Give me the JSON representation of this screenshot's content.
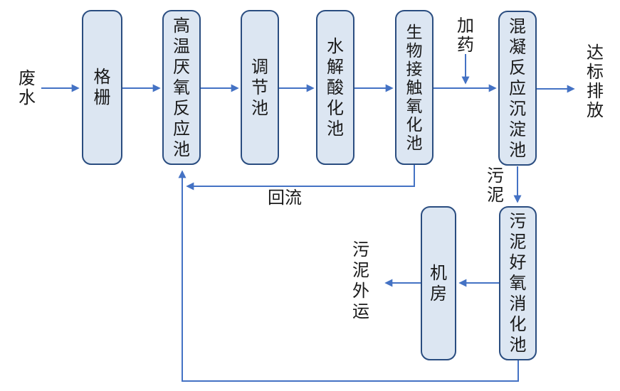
{
  "diagram_type": "process-flowchart",
  "subject": "wastewater treatment process flow",
  "colors": {
    "box_fill": "#dce6f2",
    "box_border": "#2a4d80",
    "arrow": "#4472c4",
    "text": "#1a1a1a",
    "background": "#ffffff"
  },
  "nodes": [
    {
      "id": "grille",
      "label": "格栅"
    },
    {
      "id": "high-temp-anaerobic-tank",
      "label": "高温厌氧反应池"
    },
    {
      "id": "regulating-tank",
      "label": "调节池"
    },
    {
      "id": "hydrolysis-acidification-tank",
      "label": "水解酸化池"
    },
    {
      "id": "bio-contact-oxidation-tank",
      "label": "生物接触氧化池"
    },
    {
      "id": "coagulation-sedimentation-tank",
      "label": "混凝反应沉淀池"
    },
    {
      "id": "machine-room",
      "label": "机房"
    },
    {
      "id": "sludge-aerobic-digestion-tank",
      "label": "污泥好氧消化池"
    }
  ],
  "labels": {
    "influent": "废水",
    "dosing": "加药",
    "discharge": "达标排放",
    "sludge": "污泥",
    "reflux": "回流",
    "sludge_out": "污泥外运"
  }
}
